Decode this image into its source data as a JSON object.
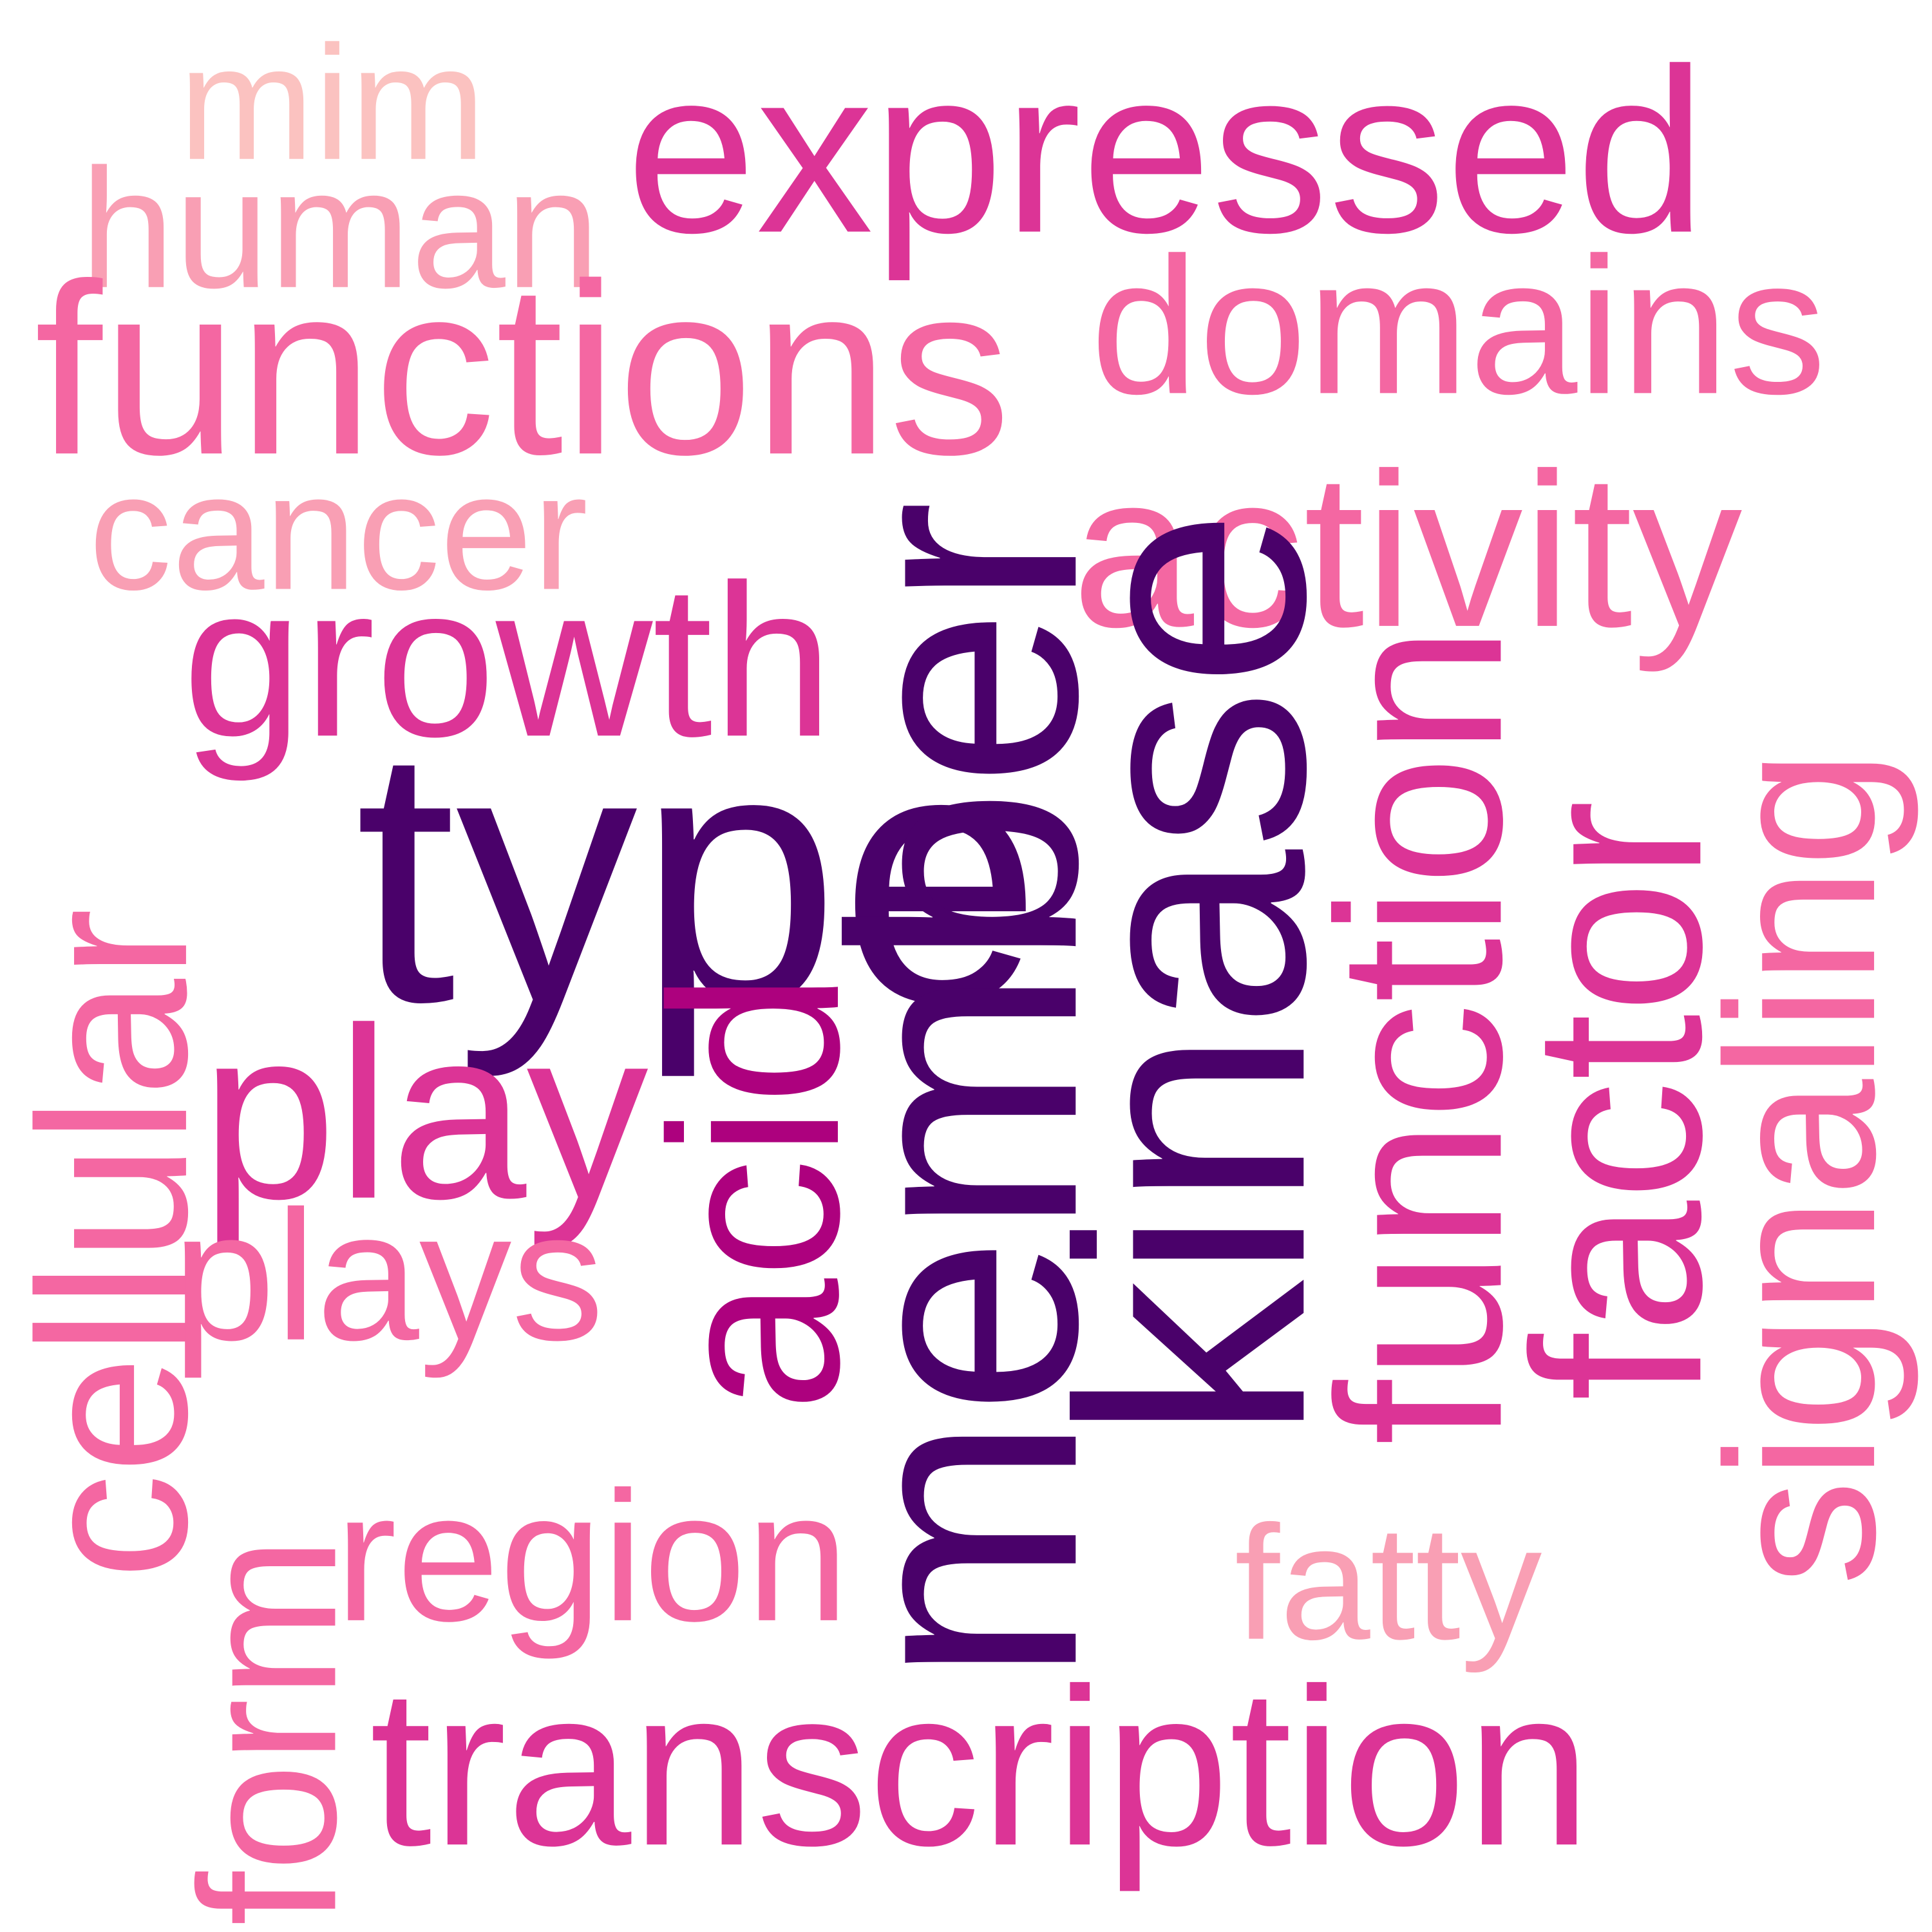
{
  "words": [
    {
      "id": "member",
      "text": "member",
      "color": "#4a016a"
    },
    {
      "id": "kinase",
      "text": "kinase",
      "color": "#4a016a"
    },
    {
      "id": "type",
      "text": "type",
      "color": "#4a016a"
    },
    {
      "id": "acid",
      "text": "acid",
      "color": "#ad017e"
    },
    {
      "id": "expressed",
      "text": "expressed",
      "color": "#dc3496"
    },
    {
      "id": "transcription",
      "text": "transcription",
      "color": "#dc3496"
    },
    {
      "id": "growth",
      "text": "growth",
      "color": "#dc3496"
    },
    {
      "id": "function",
      "text": "function",
      "color": "#dc3496"
    },
    {
      "id": "factor",
      "text": "factor",
      "color": "#dc3496"
    },
    {
      "id": "play",
      "text": "play",
      "color": "#dc3496"
    },
    {
      "id": "functions",
      "text": "functions",
      "color": "#f467a2"
    },
    {
      "id": "domains",
      "text": "domains",
      "color": "#f467a2"
    },
    {
      "id": "activity",
      "text": "activity",
      "color": "#f467a2"
    },
    {
      "id": "signaling",
      "text": "signaling",
      "color": "#f467a2"
    },
    {
      "id": "cellular",
      "text": "cellular",
      "color": "#f467a2"
    },
    {
      "id": "plays",
      "text": "plays",
      "color": "#f467a2"
    },
    {
      "id": "region",
      "text": "region",
      "color": "#f467a2"
    },
    {
      "id": "form",
      "text": "form",
      "color": "#f467a2"
    },
    {
      "id": "human",
      "text": "human",
      "color": "#f99fb4"
    },
    {
      "id": "cancer",
      "text": "cancer",
      "color": "#f99fb4"
    },
    {
      "id": "fatty",
      "text": "fatty",
      "color": "#f99fb4"
    },
    {
      "id": "mim",
      "text": "mim",
      "color": "#fbc2c0"
    }
  ]
}
